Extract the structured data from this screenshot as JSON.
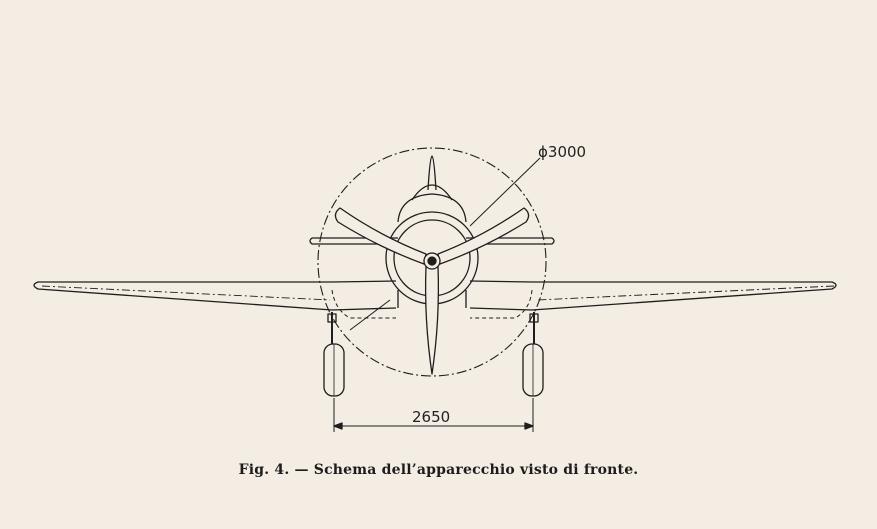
{
  "figure": {
    "propeller_diameter_label": "ϕ3000",
    "track_width_label": "2650",
    "caption_label": "Fig. 4.",
    "caption_text": "— Schema dell’apparecchio visto di fronte."
  },
  "colors": {
    "paper": "#f3ede3",
    "ink": "#1e1e1e"
  }
}
